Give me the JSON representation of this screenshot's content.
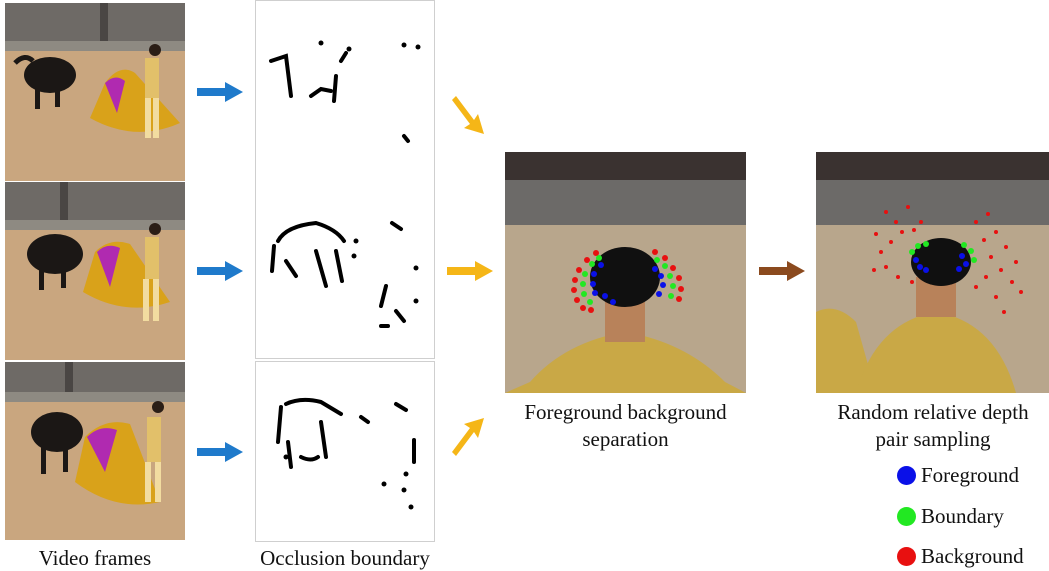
{
  "labels": {
    "video_frames": "Video frames",
    "occlusion_boundary": "Occlusion boundary",
    "fg_bg_separation_line1": "Foreground background",
    "fg_bg_separation_line2": "separation",
    "random_pair_line1": "Random relative depth",
    "random_pair_line2": "pair sampling"
  },
  "legend": [
    {
      "label": "Foreground",
      "color": "#0a10e8"
    },
    {
      "label": "Boundary",
      "color": "#22e822"
    },
    {
      "label": "Background",
      "color": "#e81010"
    }
  ],
  "colors": {
    "blue_arrow": "#1f7acb",
    "yellow_arrow": "#f5b617",
    "brown_arrow": "#8b4a1e"
  }
}
